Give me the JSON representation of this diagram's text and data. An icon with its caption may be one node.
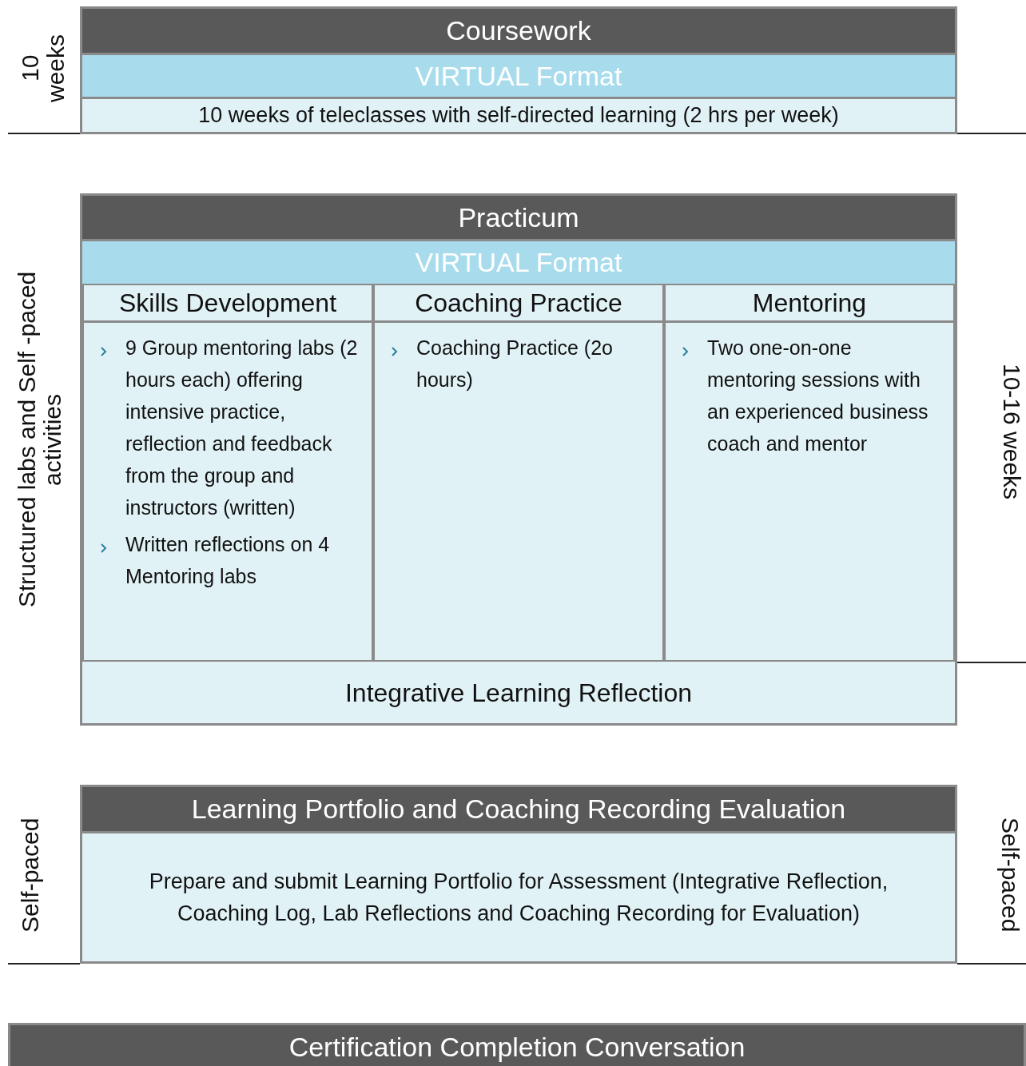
{
  "diagram": {
    "nodes": [
      {
        "text": [
          "Coursework",
          "VIRTUAL Format",
          "10 weeks of teleclasses with self-directed learning (2 hrs per week)"
        ],
        "beside": [
          "10 weeks"
        ]
      },
      {
        "text": [
          "Practicum",
          "VIRTUAL Format"
        ],
        "beside": [
          "Structured labs  and Self -paced activities"
        ]
      },
      {
        "text": [
          "Skills Development",
          "9 Group mentoring labs (2 hours each) offering intensive practice, reflection and feedback from the group and instructors (written)",
          "Written reflections on 4 Mentoring labs"
        ],
        "in": 1
      },
      {
        "text": [
          "Coaching Practice",
          "Coaching Practice (2o hours)"
        ],
        "in": 1
      },
      {
        "text": [
          "Mentoring",
          "Two one-on-one mentoring sessions with an experienced business coach and mentor"
        ],
        "in": 1
      },
      {
        "text": [
          "Integrative Learning Reflection"
        ],
        "in": 1
      },
      {
        "text": [
          "Learning Portfolio and Coaching Recording Evaluation",
          "Prepare and submit Learning Portfolio for Assessment (Integrative Reflection, Coaching Log, Lab Reflections and Coaching Recording for Evaluation)"
        ],
        "beside": [
          "Self-paced",
          "Self-paced"
        ]
      },
      {
        "text": [
          "Certification Completion Conversation"
        ]
      }
    ],
    "edges": [],
    "labels": [
      "10-16 weeks"
    ]
  }
}
